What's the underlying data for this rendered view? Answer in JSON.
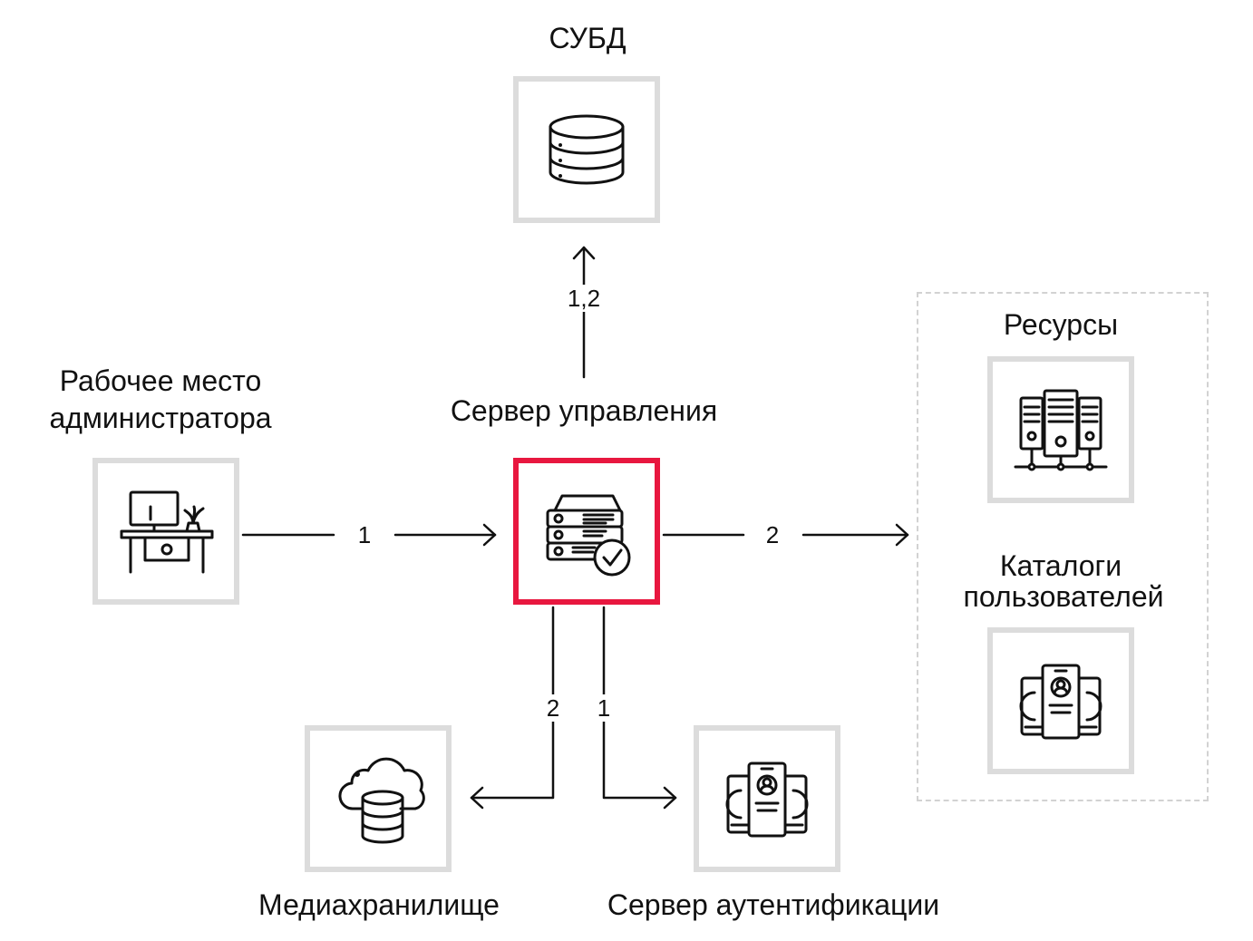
{
  "nodes": {
    "dbms": "СУБД",
    "admin_workstation_line1": "Рабочее место",
    "admin_workstation_line2": "администратора",
    "management_server": "Сервер управления",
    "resources": "Ресурсы",
    "user_catalogs_line1": "Каталоги",
    "user_catalogs_line2": "пользователей",
    "media_storage": "Медиахранилище",
    "auth_server": "Сервер аутентификации"
  },
  "edges": {
    "to_dbms": "1,2",
    "from_admin": "1",
    "to_resources": "2",
    "to_media": "2",
    "to_auth": "1"
  },
  "colors": {
    "highlight": "#e8173f",
    "node_border": "#dcdcdc",
    "group_border": "#d2d2d2",
    "stroke": "#111111"
  },
  "icons": {
    "dbms": "database-icon",
    "admin": "desk-computer-icon",
    "management": "server-check-icon",
    "resources": "server-rack-icon",
    "catalogs": "id-cards-icon",
    "media": "cloud-database-icon",
    "auth": "id-cards-icon"
  }
}
